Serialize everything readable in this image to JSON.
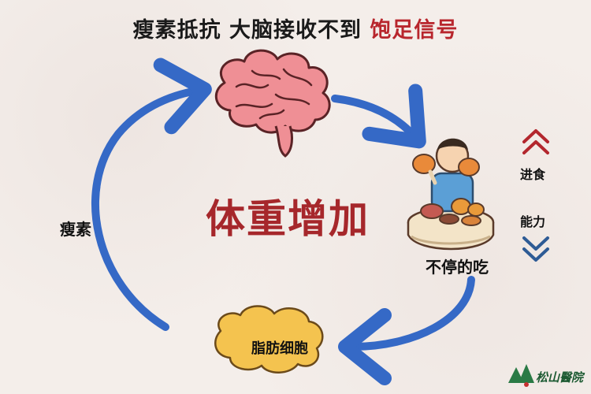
{
  "title": {
    "part1": "瘦素抵抗 大脑接收不到 ",
    "highlight": "饱足信号"
  },
  "center_label": "体重增加",
  "labels": {
    "leptin": "瘦素",
    "eating": "不停的吃",
    "fat_cell": "脂肪细胞",
    "feeding_line1": "进食",
    "feeding_line2": "能力"
  },
  "logo": {
    "text": "松山醫院",
    "icon": "pine-tree-icon"
  },
  "icons": {
    "brain": "brain-icon",
    "eating_person": "eating-person-icon",
    "fat_cell": "fat-cell-icon",
    "up": "double-chevron-up-icon",
    "down": "double-chevron-down-icon"
  },
  "colors": {
    "arrow": "#3569c6",
    "title_highlight": "#b8262d",
    "center": "#a6272b",
    "up": "#b3262d",
    "down": "#2e5b95",
    "brain": "#ef8f95",
    "fat": "#f4c34f"
  }
}
